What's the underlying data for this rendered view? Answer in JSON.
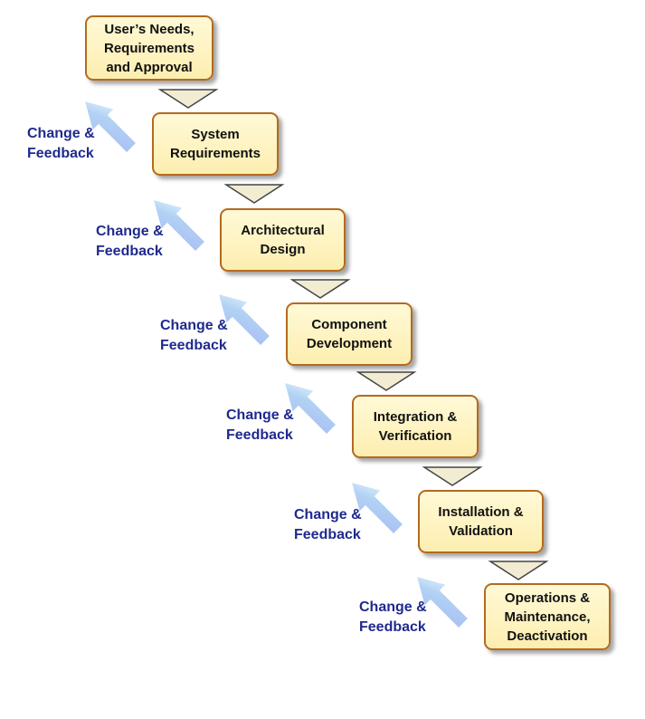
{
  "stages": [
    {
      "label": "User’s Needs,\nRequirements\nand Approval"
    },
    {
      "label": "System\nRequirements"
    },
    {
      "label": "Architectural\nDesign"
    },
    {
      "label": "Component\nDevelopment"
    },
    {
      "label": "Integration &\nVerification"
    },
    {
      "label": "Installation &\nValidation"
    },
    {
      "label": "Operations &\nMaintenance,\nDeactivation"
    }
  ],
  "feedback": [
    {
      "label": "Change &\nFeedback"
    },
    {
      "label": "Change &\nFeedback"
    },
    {
      "label": "Change &\nFeedback"
    },
    {
      "label": "Change &\nFeedback"
    },
    {
      "label": "Change &\nFeedback"
    },
    {
      "label": "Change &\nFeedback"
    }
  ],
  "colors": {
    "box_fill": "#fdf0b8",
    "box_border": "#b46a1e",
    "connector_fill": "#f2ecd2",
    "feedback_text": "#1f2a8e",
    "feedback_arrow": "#8fb3ef"
  }
}
